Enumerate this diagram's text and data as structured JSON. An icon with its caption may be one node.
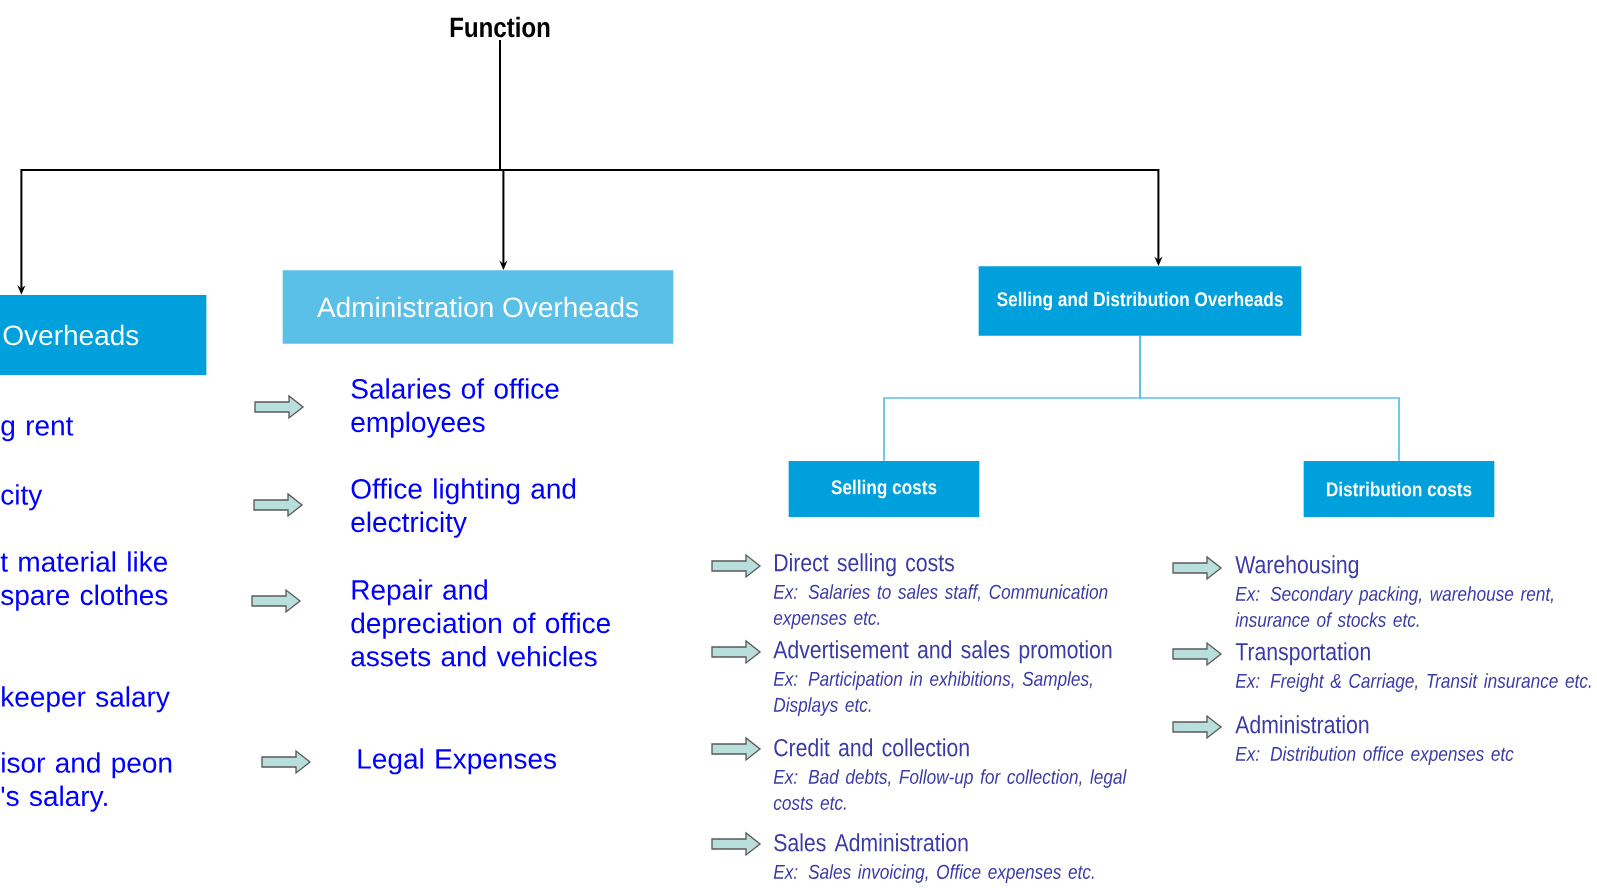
{
  "diagram": {
    "nodes": [
      {
        "text": [
          "Function"
        ]
      },
      {
        "text": [
          "Overheads"
        ]
      },
      {
        "text": [
          "Administration Overheads"
        ]
      },
      {
        "text": [
          "Selling and Distribution Overheads"
        ]
      },
      {
        "text": [
          "Selling costs"
        ]
      },
      {
        "text": [
          "Distribution costs"
        ]
      }
    ],
    "edges": [
      {
        "from": 0,
        "to": 1,
        "arrow": "to"
      },
      {
        "from": 0,
        "to": 2,
        "arrow": "to"
      },
      {
        "from": 0,
        "to": 3,
        "arrow": "to"
      },
      {
        "from": 3,
        "to": 4,
        "arrow": "none",
        "color": "#5bc0e8"
      },
      {
        "from": 3,
        "to": 5,
        "arrow": "none",
        "color": "#5bc0e8"
      }
    ],
    "labels": [
      "g rent",
      "city",
      "t material like spare clothes",
      "keeper salary",
      "isor and peon 's salary.",
      "Salaries of office employees",
      "Office lighting and electricity",
      "Repair and depreciation of office assets and vehicles",
      "Legal Expenses",
      "Direct selling costs",
      "Ex: Salaries to sales staff, Communication expenses etc.",
      "Advertisement and sales promotion",
      "Ex: Participation in exhibitions, Samples, Displays etc.",
      "Credit and collection",
      "Ex: Bad debts, Follow-up for collection, legal costs etc.",
      "Sales Administration",
      "Ex: Sales invoicing, Office expenses etc.",
      "Warehousing",
      "Ex: Secondary packing, warehouse rent, insurance of stocks etc.",
      "Transportation",
      "Ex: Freight & Carriage, Transit insurance etc.",
      "Administration",
      "Ex: Distribution office expenses etc"
    ]
  }
}
